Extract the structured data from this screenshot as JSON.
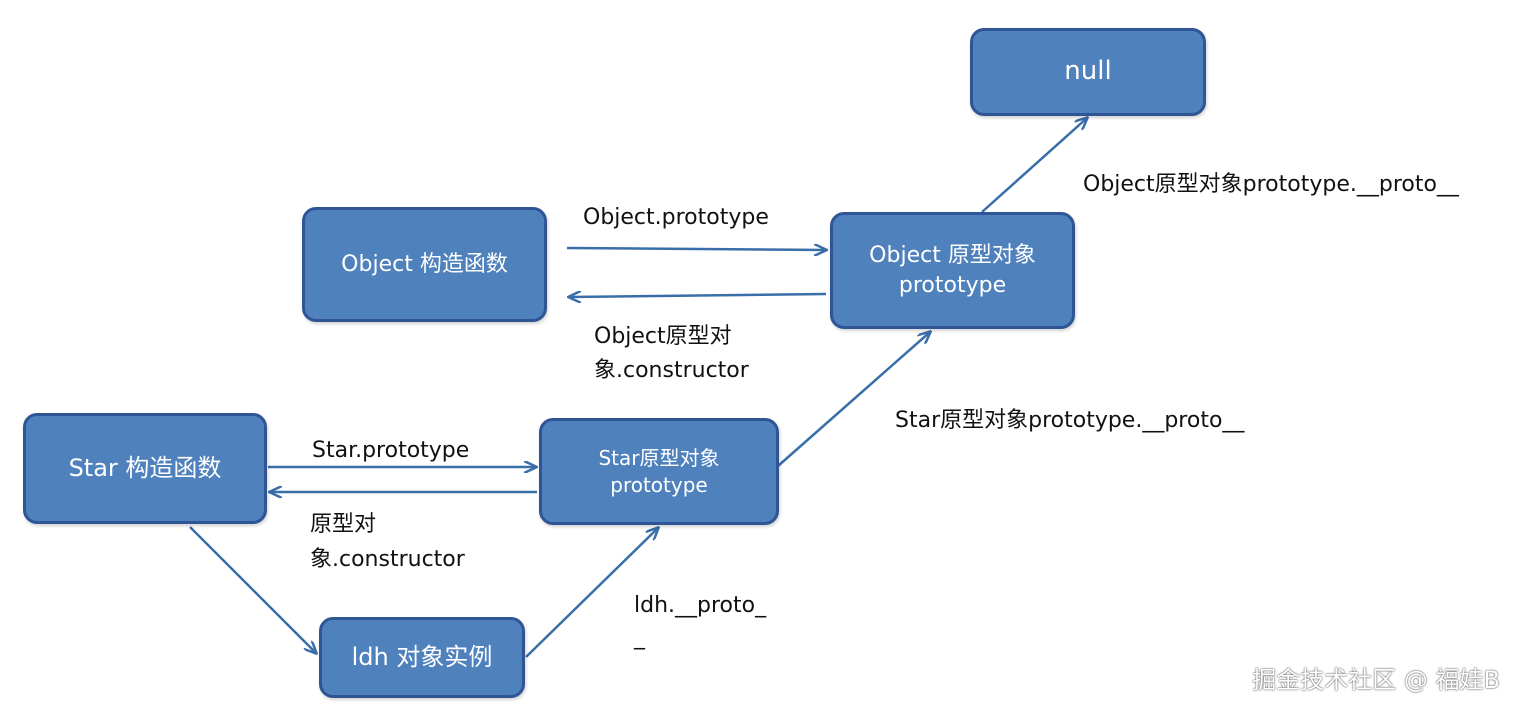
{
  "nodes": {
    "null": {
      "text": "null"
    },
    "object_constructor": {
      "text": "Object 构造函数"
    },
    "object_prototype": {
      "line1": "Object 原型对象",
      "line2": "prototype"
    },
    "star_constructor": {
      "text": "Star 构造函数"
    },
    "star_prototype": {
      "line1": "Star原型对象",
      "line2": "prototype"
    },
    "ldh_instance": {
      "text": "ldh 对象实例"
    }
  },
  "edge_labels": {
    "object_prototype": "Object.prototype",
    "object_constructor_line1": "Object原型对",
    "object_constructor_line2": "象.constructor",
    "object_proto_chain": "Object原型对象prototype.__proto__",
    "star_proto_chain": "Star原型对象prototype.__proto__",
    "star_prototype": "Star.prototype",
    "star_constructor_line1": "原型对",
    "star_constructor_line2": "象.constructor",
    "ldh_proto_line1": "ldh.__proto_",
    "ldh_proto_line2": "_"
  },
  "watermark": "掘金技术社区 @ 福娃B",
  "colors": {
    "node_fill": "#4f81bd",
    "node_border": "#2f5597",
    "arrow": "#3a6ea8",
    "text": "#111111"
  }
}
